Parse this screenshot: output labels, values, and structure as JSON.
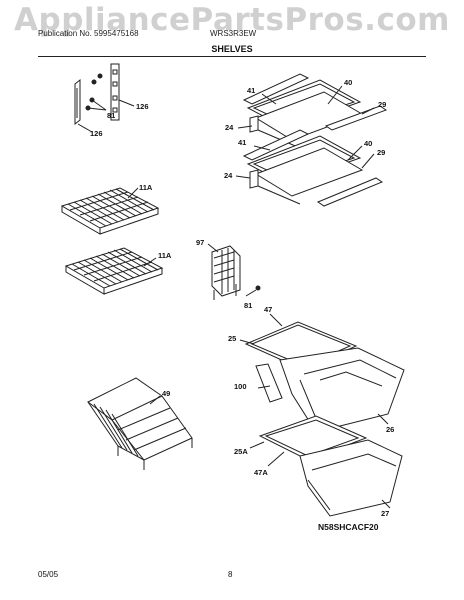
{
  "watermark": "AppliancePartsPros.com",
  "header": {
    "left": "Publication No. 5995475168",
    "right": "WRS3R3EW",
    "title": "SHELVES"
  },
  "callouts": {
    "c126a": "126",
    "c126b": "126",
    "c81a": "81",
    "c41a": "41",
    "c40a": "40",
    "c29a": "29",
    "c24a": "24",
    "c41b": "41",
    "c40b": "40",
    "c29b": "29",
    "c24b": "24",
    "c11Aa": "11A",
    "c11Ab": "11A",
    "c97": "97",
    "c81b": "81",
    "c47": "47",
    "c25": "25",
    "c100": "100",
    "c49": "49",
    "c26": "26",
    "c25A": "25A",
    "c47A": "47A",
    "c27": "27"
  },
  "diagram_code": "N58SHCACF20",
  "footer": {
    "date": "05/05",
    "page": "8"
  }
}
